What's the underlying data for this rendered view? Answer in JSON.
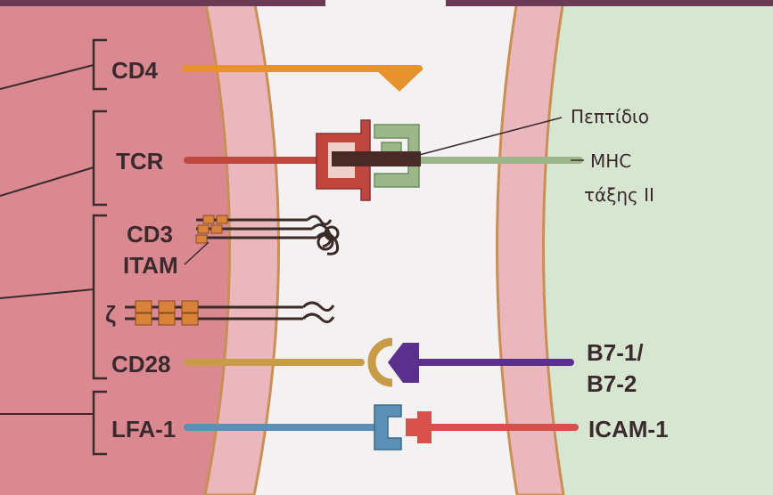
{
  "labels": {
    "cd4": "CD4",
    "tcr": "TCR",
    "cd3": "CD3",
    "itam": "ITAM",
    "zeta": "ζ",
    "cd28": "CD28",
    "lfa1": "LFA-1",
    "peptide": "Πεπτίδιο",
    "mhc_line1": "MHC",
    "mhc_line2": "τάξης II",
    "b7_line1": "B7-1/",
    "b7_line2": "B7-2",
    "icam1": "ICAM-1"
  },
  "colors": {
    "t_cell": "#d9898f",
    "apc": "#d6e6d0",
    "membrane": "#eab7bd",
    "membrane_edge": "#c98f55",
    "gap": "#f3f1f1",
    "cd4": "#e8922e",
    "tcr": "#c0473e",
    "mhc": "#9cb88b",
    "peptide": "#4a2a26",
    "cd28": "#c89b47",
    "b7": "#5b2f8c",
    "lfa1": "#5b8fb5",
    "icam1": "#d8504b",
    "cd3_chain": "#3b2a28",
    "itam_box": "#d8823a"
  }
}
